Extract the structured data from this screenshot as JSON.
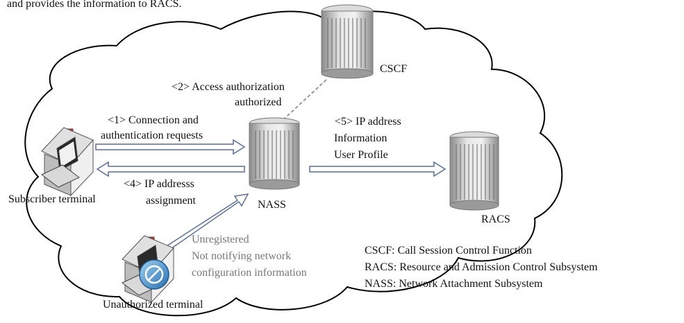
{
  "intro_text": "and provides the information to RACS.",
  "nodes": {
    "cscf": "CSCF",
    "nass": "NASS",
    "racs": "RACS",
    "subscriber": "Subscriber terminal",
    "unauthorized": "Unauthorized terminal"
  },
  "steps": {
    "s1_line1": "<1> Connection and",
    "s1_line2": "authentication requests",
    "s2_line1": "<2> Access authorization",
    "s2_line2": "authorized",
    "s4_line1": "<4> IP addresss",
    "s4_line2": "assignment",
    "s5_line1": "<5> IP address",
    "s5_line2": "Information",
    "s5_line3": "User Profile"
  },
  "unregistered": {
    "line1": "Unregistered",
    "line2": "Not notifying network",
    "line3": "configuration information"
  },
  "legend": {
    "cscf": "CSCF: Call Session Control Function",
    "racs": "RACS: Resource and Admission Control Subsystem",
    "nass": "NASS: Network Attachment Subsystem"
  },
  "colors": {
    "server_dark": "#8a8a8a",
    "server_light": "#e6e6e6",
    "arrow_fill": "#ffffff",
    "arrow_stroke": "#5b6f8f",
    "dashed_line": "#9a9a9a",
    "house_roof": "#e0e0e0",
    "chimney": "#d0262b",
    "prohibited_blue": "#3d89c9",
    "gray_text": "#777777"
  }
}
